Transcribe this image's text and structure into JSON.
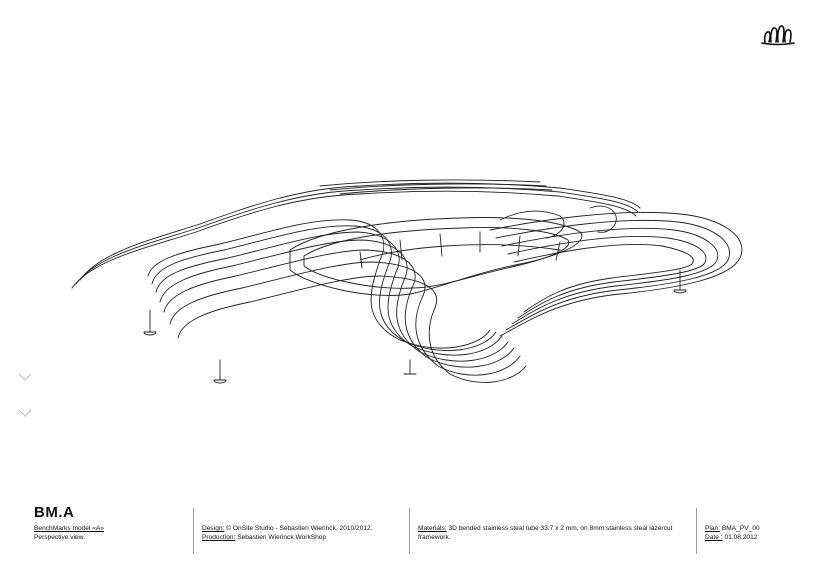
{
  "logo": {
    "icon": "hand-logo-icon"
  },
  "drawing": {
    "icon": "bench-perspective-drawing"
  },
  "title_block": {
    "model_code": "BM.A",
    "model_name": "BenchMarks model «A»",
    "view_type": "Perspective view.",
    "design_label": "Design:",
    "design_value": "© OnSite Studio - Sebastien Wierinck, 2010/2012.",
    "production_label": "Production:",
    "production_value": "Sebastien Wierinck WorkShop",
    "materials_label": "Materials:",
    "materials_value_line1": "3D bended stainless steal tube  33.7 x 2 mm, on 8mm stainless steal lazercut",
    "materials_value_line2": "framework.",
    "plan_label": "Plan:",
    "plan_value": "BMA_PV_00",
    "date_label": "Date :",
    "date_value": "01.08.2012"
  }
}
